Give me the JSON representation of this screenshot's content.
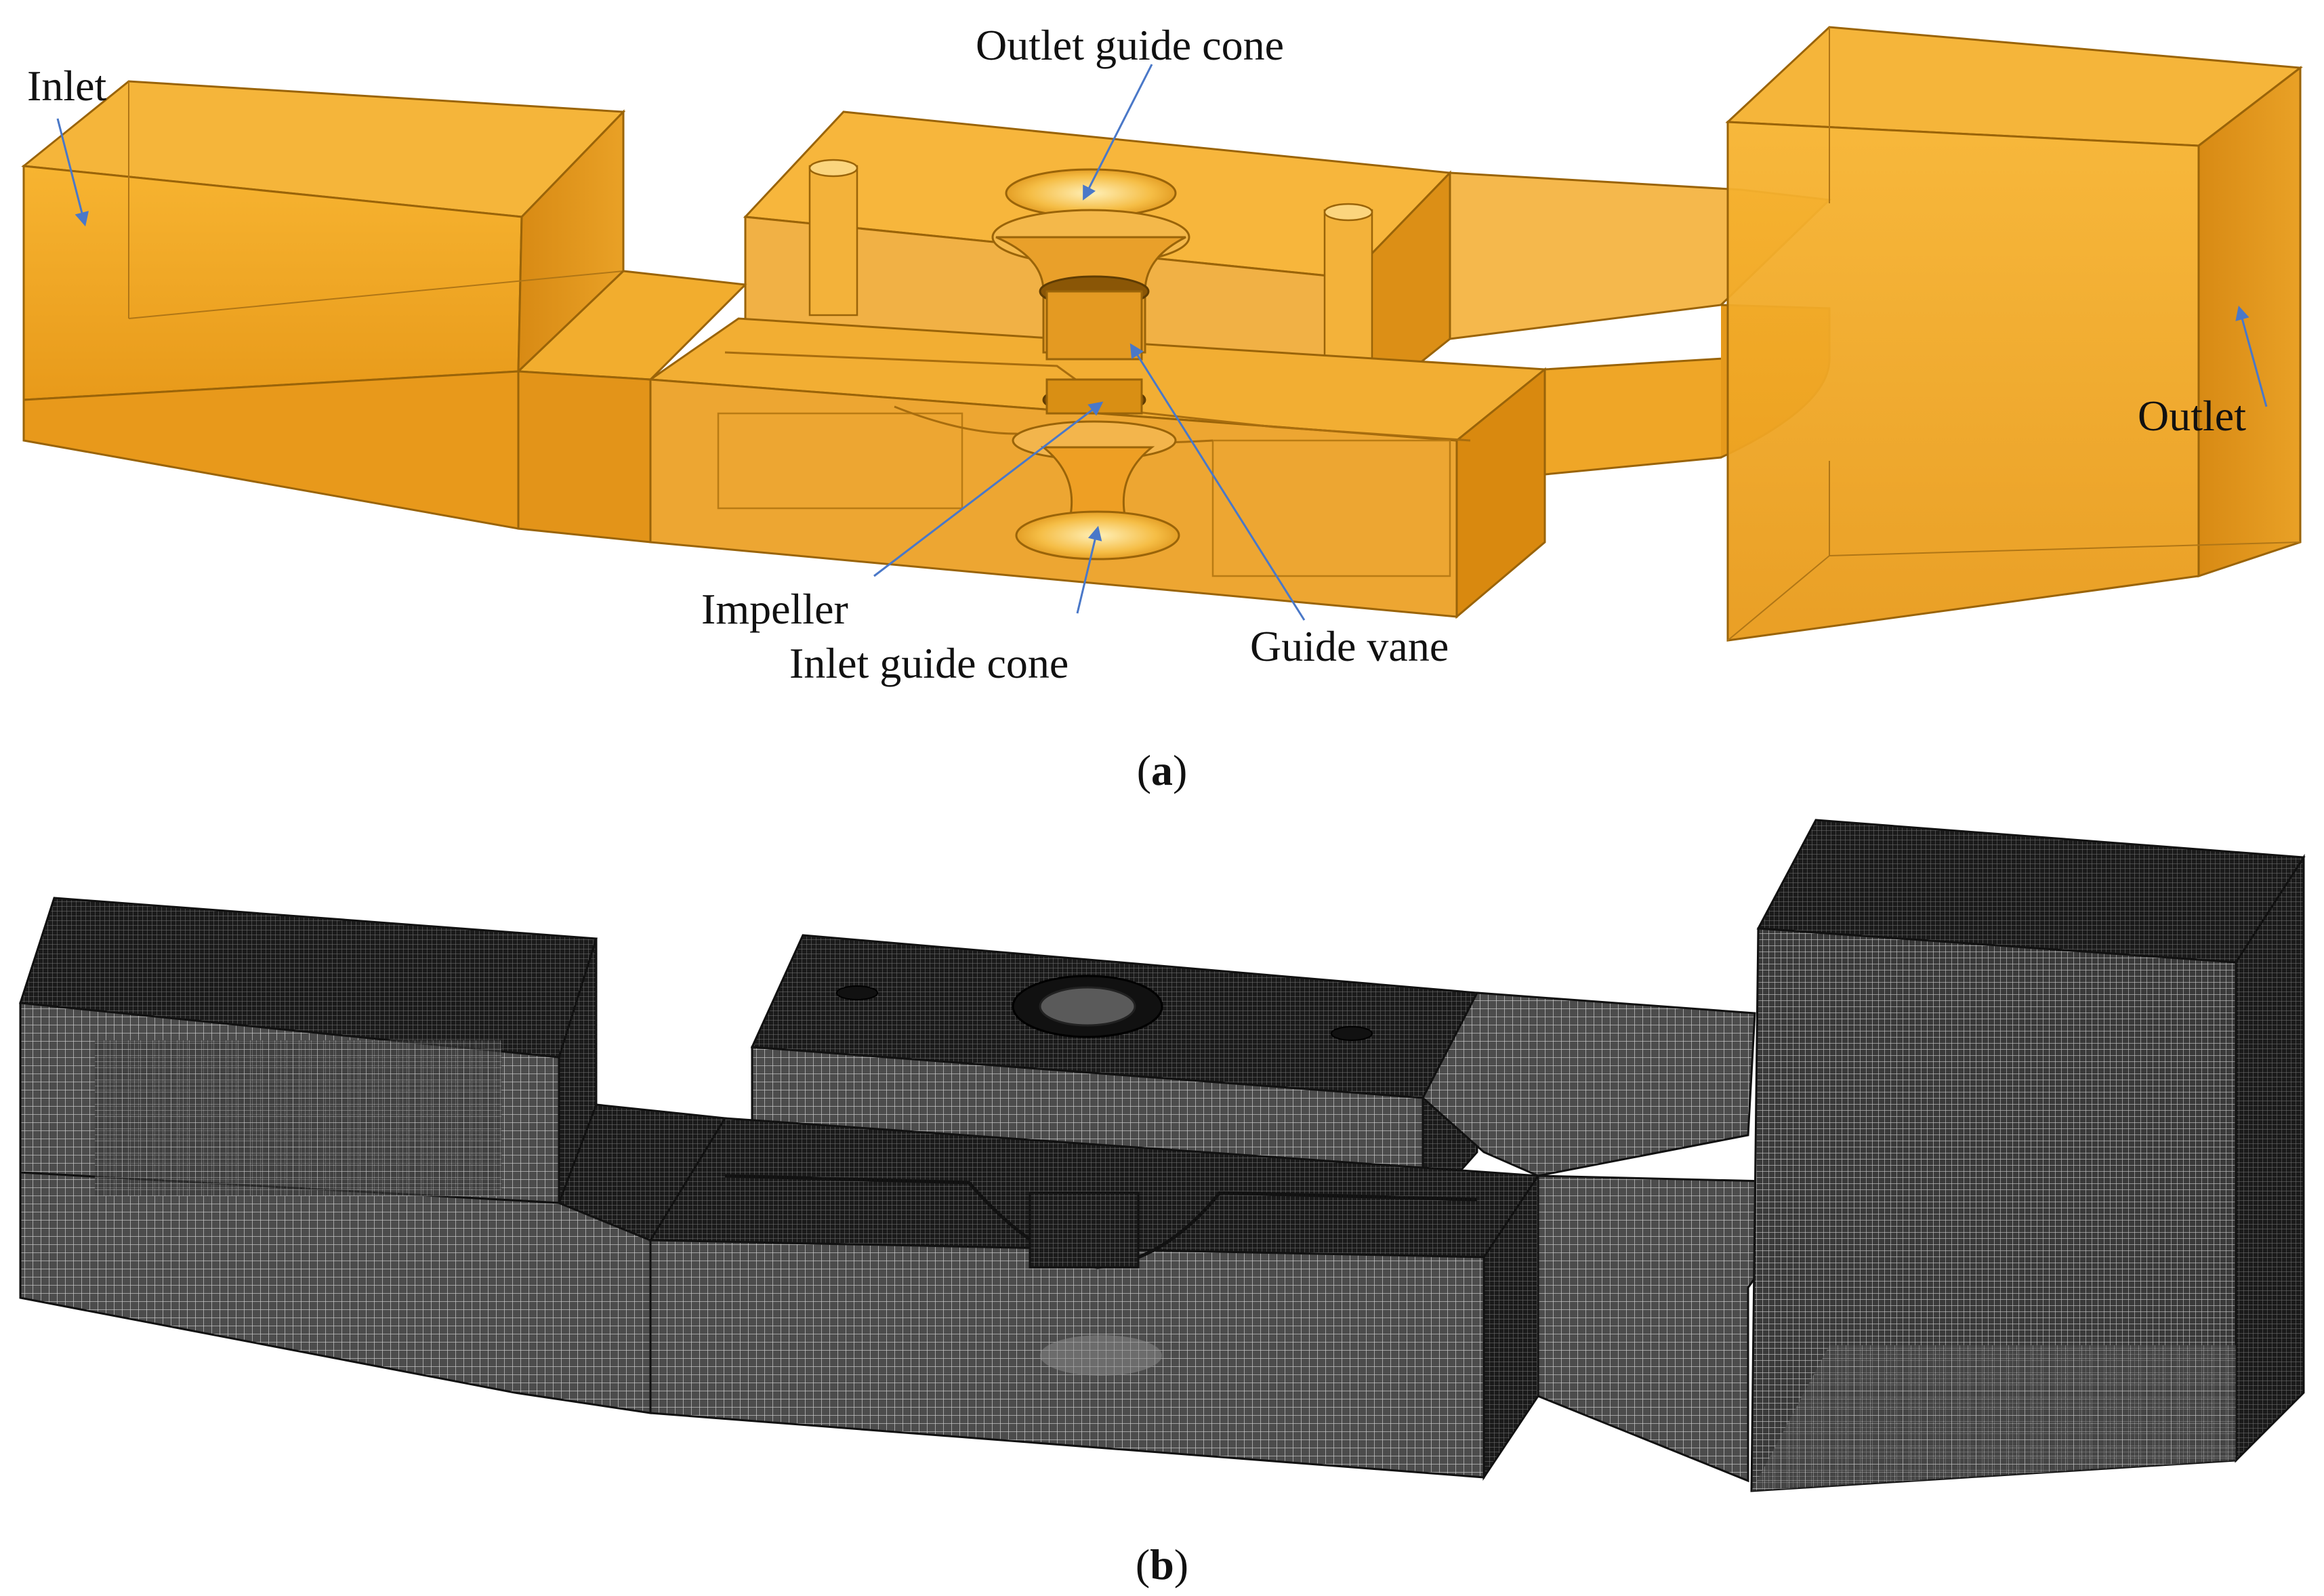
{
  "panel_a": {
    "labels": {
      "inlet": "Inlet",
      "outlet": "Outlet",
      "outlet_guide_cone": "Outlet guide cone",
      "impeller": "Impeller",
      "inlet_guide_cone": "Inlet guide cone",
      "guide_vane": "Guide vane"
    },
    "caption_open": "(",
    "caption_letter": "a",
    "caption_close": ")"
  },
  "panel_b": {
    "caption_open": "(",
    "caption_letter": "b",
    "caption_close": ")"
  },
  "colors": {
    "solid_fill": "#f1a21f",
    "solid_edge": "#9a6409",
    "arrow": "#4a78c8",
    "mesh_dark": "#1d1d1d",
    "mesh_light": "#7a7a7a"
  }
}
